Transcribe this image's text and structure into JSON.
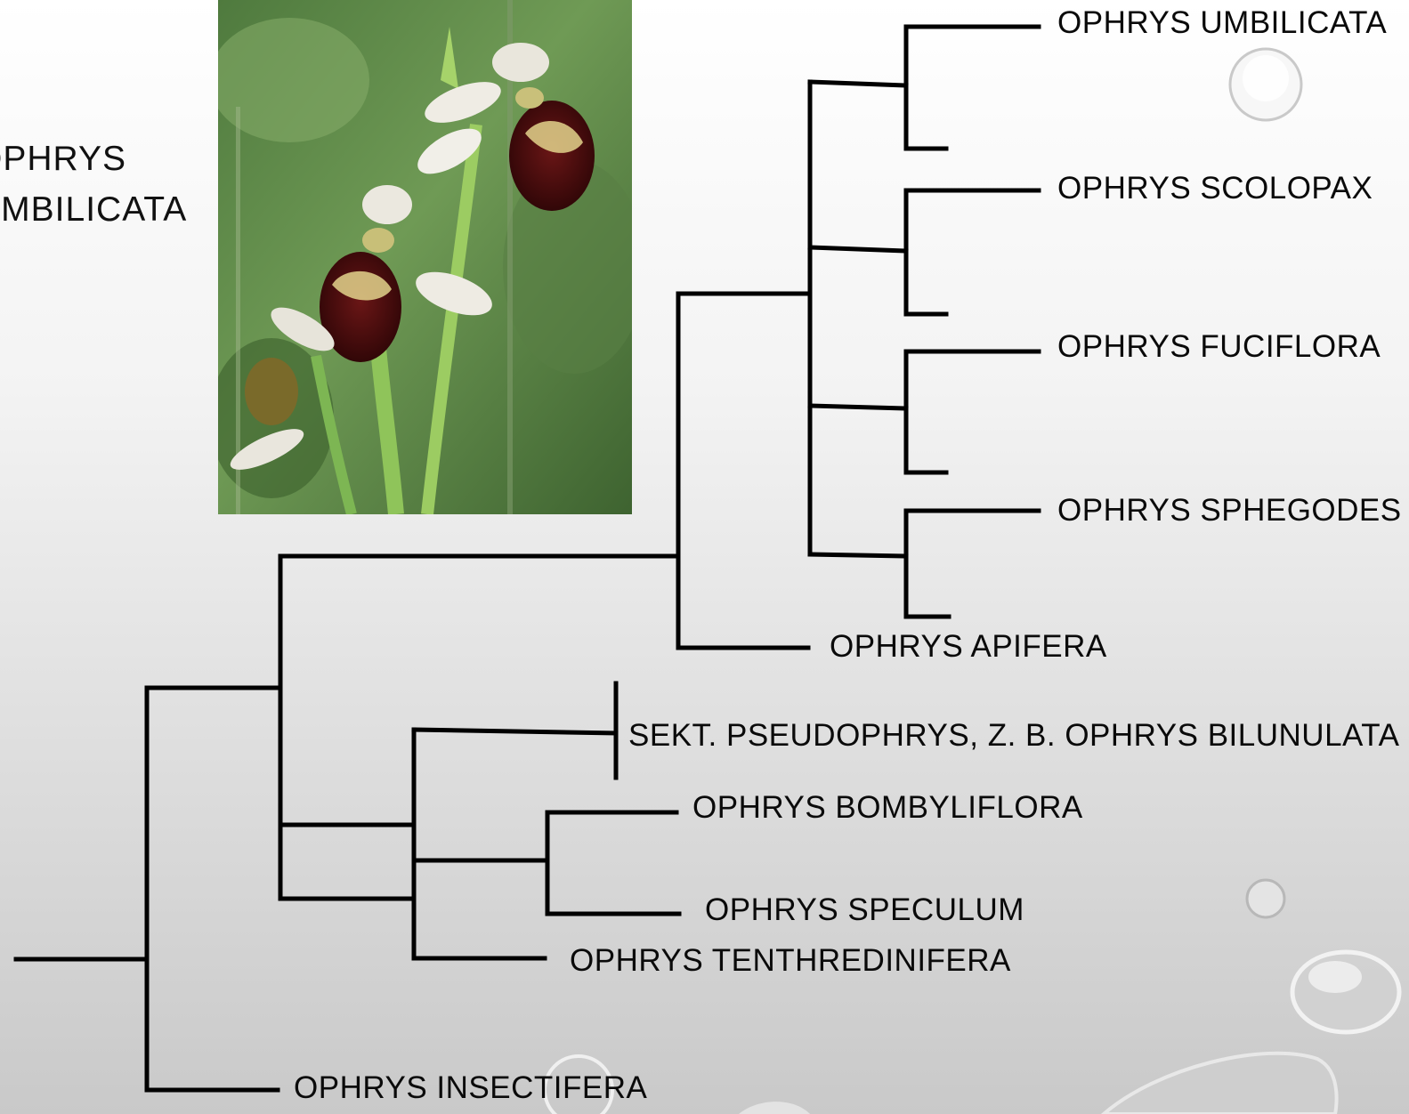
{
  "caption": {
    "line1": "OPHRYS",
    "line2": "UMBILICATA"
  },
  "photo": {
    "subject": "orchid-flower-photo"
  },
  "tree": {
    "labels": {
      "umbilicata": "OPHRYS UMBILICATA",
      "scolopax": "OPHRYS SCOLOPAX",
      "fuciflora": "OPHRYS FUCIFLORA",
      "sphegodes": "OPHRYS SPHEGODES",
      "apifera": "OPHRYS APIFERA",
      "pseudophrys": "SEKT. PSEUDOPHRYS, Z. B. OPHRYS BILUNULATA",
      "bombyliflora": "OPHRYS BOMBYLIFLORA",
      "speculum": "OPHRYS SPECULUM",
      "tenthredinifera": "OPHRYS TENTHREDINIFERA",
      "insectifera": "OPHRYS INSECTIFERA"
    }
  },
  "colors": {
    "line": "#000000",
    "text": "#0a0a0a"
  }
}
